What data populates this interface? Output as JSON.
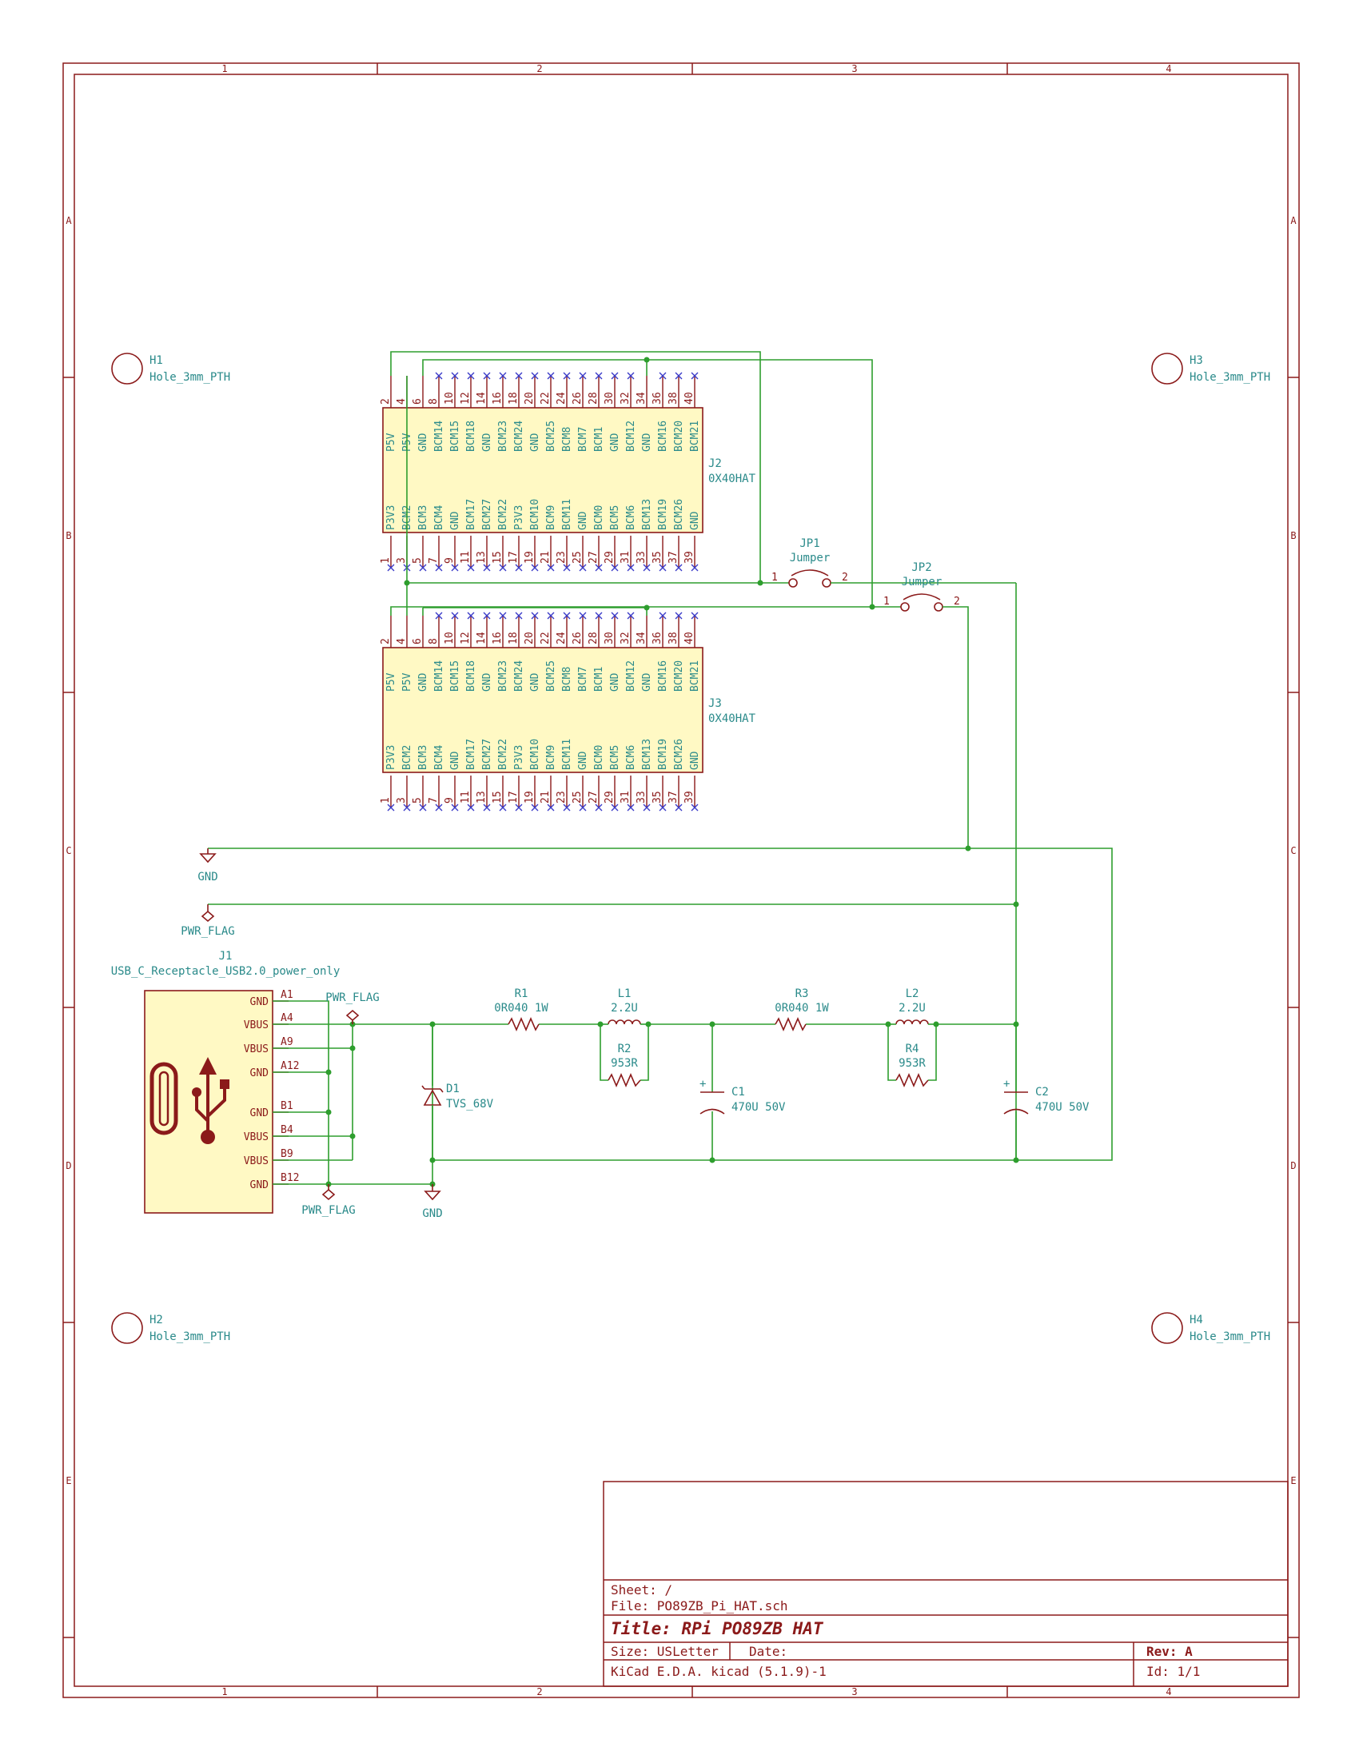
{
  "frame": {
    "columns": [
      "1",
      "2",
      "3",
      "4"
    ],
    "rows": [
      "A",
      "B",
      "C",
      "D",
      "E"
    ]
  },
  "title_block": {
    "sheet": "Sheet: /",
    "file": "File: PO89ZB_Pi_HAT.sch",
    "title": "Title: RPi PO89ZB HAT",
    "size": "Size: USLetter",
    "date": "Date:",
    "rev": "Rev: A",
    "tool": "KiCad E.D.A.  kicad (5.1.9)-1",
    "id": "Id: 1/1"
  },
  "holes": [
    {
      "ref": "H1",
      "value": "Hole_3mm_PTH"
    },
    {
      "ref": "H2",
      "value": "Hole_3mm_PTH"
    },
    {
      "ref": "H3",
      "value": "Hole_3mm_PTH"
    },
    {
      "ref": "H4",
      "value": "Hole_3mm_PTH"
    }
  ],
  "headers": [
    {
      "ref": "J2",
      "value": "0X40HAT"
    },
    {
      "ref": "J3",
      "value": "0X40HAT"
    }
  ],
  "header_pins": {
    "even_names": [
      "P5V",
      "P5V",
      "GND",
      "BCM14",
      "BCM15",
      "BCM18",
      "GND",
      "BCM23",
      "BCM24",
      "GND",
      "BCM25",
      "BCM8",
      "BCM7",
      "BCM1",
      "GND",
      "BCM12",
      "GND",
      "BCM16",
      "BCM20",
      "BCM21"
    ],
    "even_nums": [
      "2",
      "4",
      "6",
      "8",
      "10",
      "12",
      "14",
      "16",
      "18",
      "20",
      "22",
      "24",
      "26",
      "28",
      "30",
      "32",
      "34",
      "36",
      "38",
      "40"
    ],
    "odd_names": [
      "P3V3",
      "BCM2",
      "BCM3",
      "BCM4",
      "GND",
      "BCM17",
      "BCM27",
      "BCM22",
      "P3V3",
      "BCM10",
      "BCM9",
      "BCM11",
      "GND",
      "BCM0",
      "BCM5",
      "BCM6",
      "BCM13",
      "BCM19",
      "BCM26",
      "GND"
    ],
    "odd_nums": [
      "1",
      "3",
      "5",
      "7",
      "9",
      "11",
      "13",
      "15",
      "17",
      "19",
      "21",
      "23",
      "25",
      "27",
      "29",
      "31",
      "33",
      "35",
      "37",
      "39"
    ]
  },
  "jumpers": [
    {
      "ref": "JP1",
      "value": "Jumper",
      "pin1": "1",
      "pin2": "2"
    },
    {
      "ref": "JP2",
      "value": "Jumper",
      "pin1": "1",
      "pin2": "2"
    }
  ],
  "power": {
    "gnd_top": "GND",
    "flag_top": "PWR_FLAG",
    "flag_vbus": "PWR_FLAG",
    "flag_gnd": "PWR_FLAG",
    "gnd_bottom": "GND"
  },
  "usb": {
    "ref": "J1",
    "value": "USB_C_Receptacle_USB2.0_power_only",
    "pins": [
      {
        "name": "GND",
        "num": "A1"
      },
      {
        "name": "VBUS",
        "num": "A4"
      },
      {
        "name": "VBUS",
        "num": "A9"
      },
      {
        "name": "GND",
        "num": "A12"
      },
      {
        "name": "GND",
        "num": "B1"
      },
      {
        "name": "VBUS",
        "num": "B4"
      },
      {
        "name": "VBUS",
        "num": "B9"
      },
      {
        "name": "GND",
        "num": "B12"
      }
    ]
  },
  "parts": {
    "d1": {
      "ref": "D1",
      "value": "TVS_68V"
    },
    "r1": {
      "ref": "R1",
      "value": "0R040 1W"
    },
    "l1": {
      "ref": "L1",
      "value": "2.2U"
    },
    "r2": {
      "ref": "R2",
      "value": "953R"
    },
    "c1": {
      "ref": "C1",
      "value": "470U 50V",
      "plus": "+"
    },
    "r3": {
      "ref": "R3",
      "value": "0R040 1W"
    },
    "l2": {
      "ref": "L2",
      "value": "2.2U"
    },
    "r4": {
      "ref": "R4",
      "value": "953R"
    },
    "c2": {
      "ref": "C2",
      "value": "470U 50V",
      "plus": "+"
    }
  },
  "colors": {
    "frame": "#8b1a1a",
    "wire": "#2e9e2e",
    "label": "#2a8a8a",
    "no_connect": "#3a3ac8",
    "body_fill": "#fff9c4"
  }
}
